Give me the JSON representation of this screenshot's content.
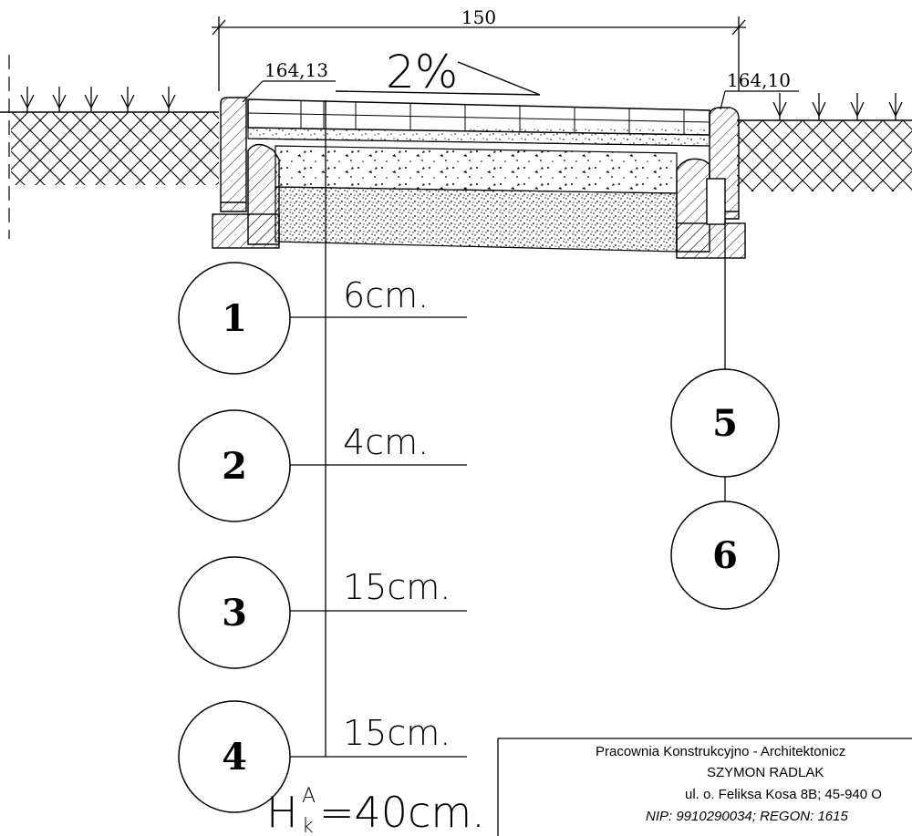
{
  "drawing": {
    "width_dim": "150",
    "slope": "2%",
    "level_left": "164,13",
    "level_right": "164,10",
    "layers": [
      {
        "id": "1",
        "thickness": "6cm."
      },
      {
        "id": "2",
        "thickness": "4cm."
      },
      {
        "id": "3",
        "thickness": "15cm."
      },
      {
        "id": "4",
        "thickness": "15cm."
      }
    ],
    "curb_callouts": [
      "5",
      "6"
    ],
    "total_height": {
      "H": "H",
      "sup": "A",
      "sub": "k",
      "value": "=40cm."
    }
  },
  "title_block": {
    "line1": "Pracownia Konstrukcyjno - Architektonicz",
    "line2": "SZYMON RADLAK",
    "line3": "ul. o. Feliksa Kosa 8B; 45-940 O",
    "line4": "NIP: 9910290034; REGON: 1615"
  }
}
